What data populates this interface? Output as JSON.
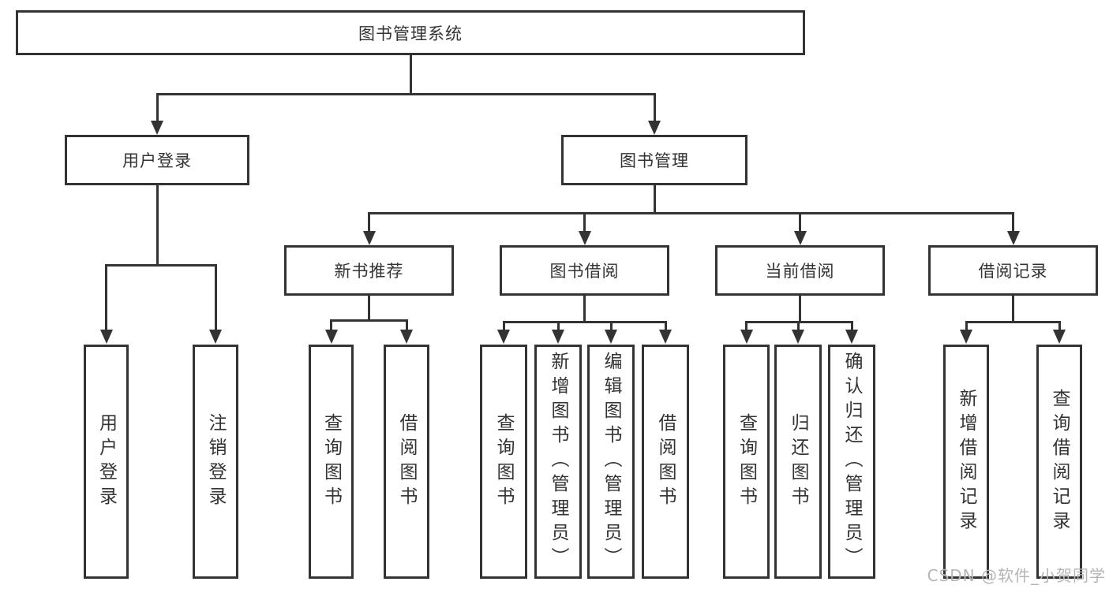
{
  "diagram": {
    "root": "图书管理系统",
    "level1": [
      "用户登录",
      "图书管理"
    ],
    "level2": [
      "新书推荐",
      "图书借阅",
      "当前借阅",
      "借阅记录"
    ],
    "level3": {
      "user_login": [
        "用户登录",
        "注销登录"
      ],
      "new_book": [
        "查询图书",
        "借阅图书"
      ],
      "book_borrow": [
        "查询图书",
        "新增图书（管理员）",
        "编辑图书（管理员）",
        "借阅图书"
      ],
      "current_borrow": [
        "查询图书",
        "归还图书",
        "确认归还（管理员）"
      ],
      "borrow_records": [
        "新增借阅记录",
        "查询借阅记录"
      ]
    }
  },
  "watermark": "CSDN @软件_小贺同学",
  "colors": {
    "line": "#333333",
    "text": "#333333",
    "watermark": "#b5b5b5",
    "background": "#ffffff"
  }
}
